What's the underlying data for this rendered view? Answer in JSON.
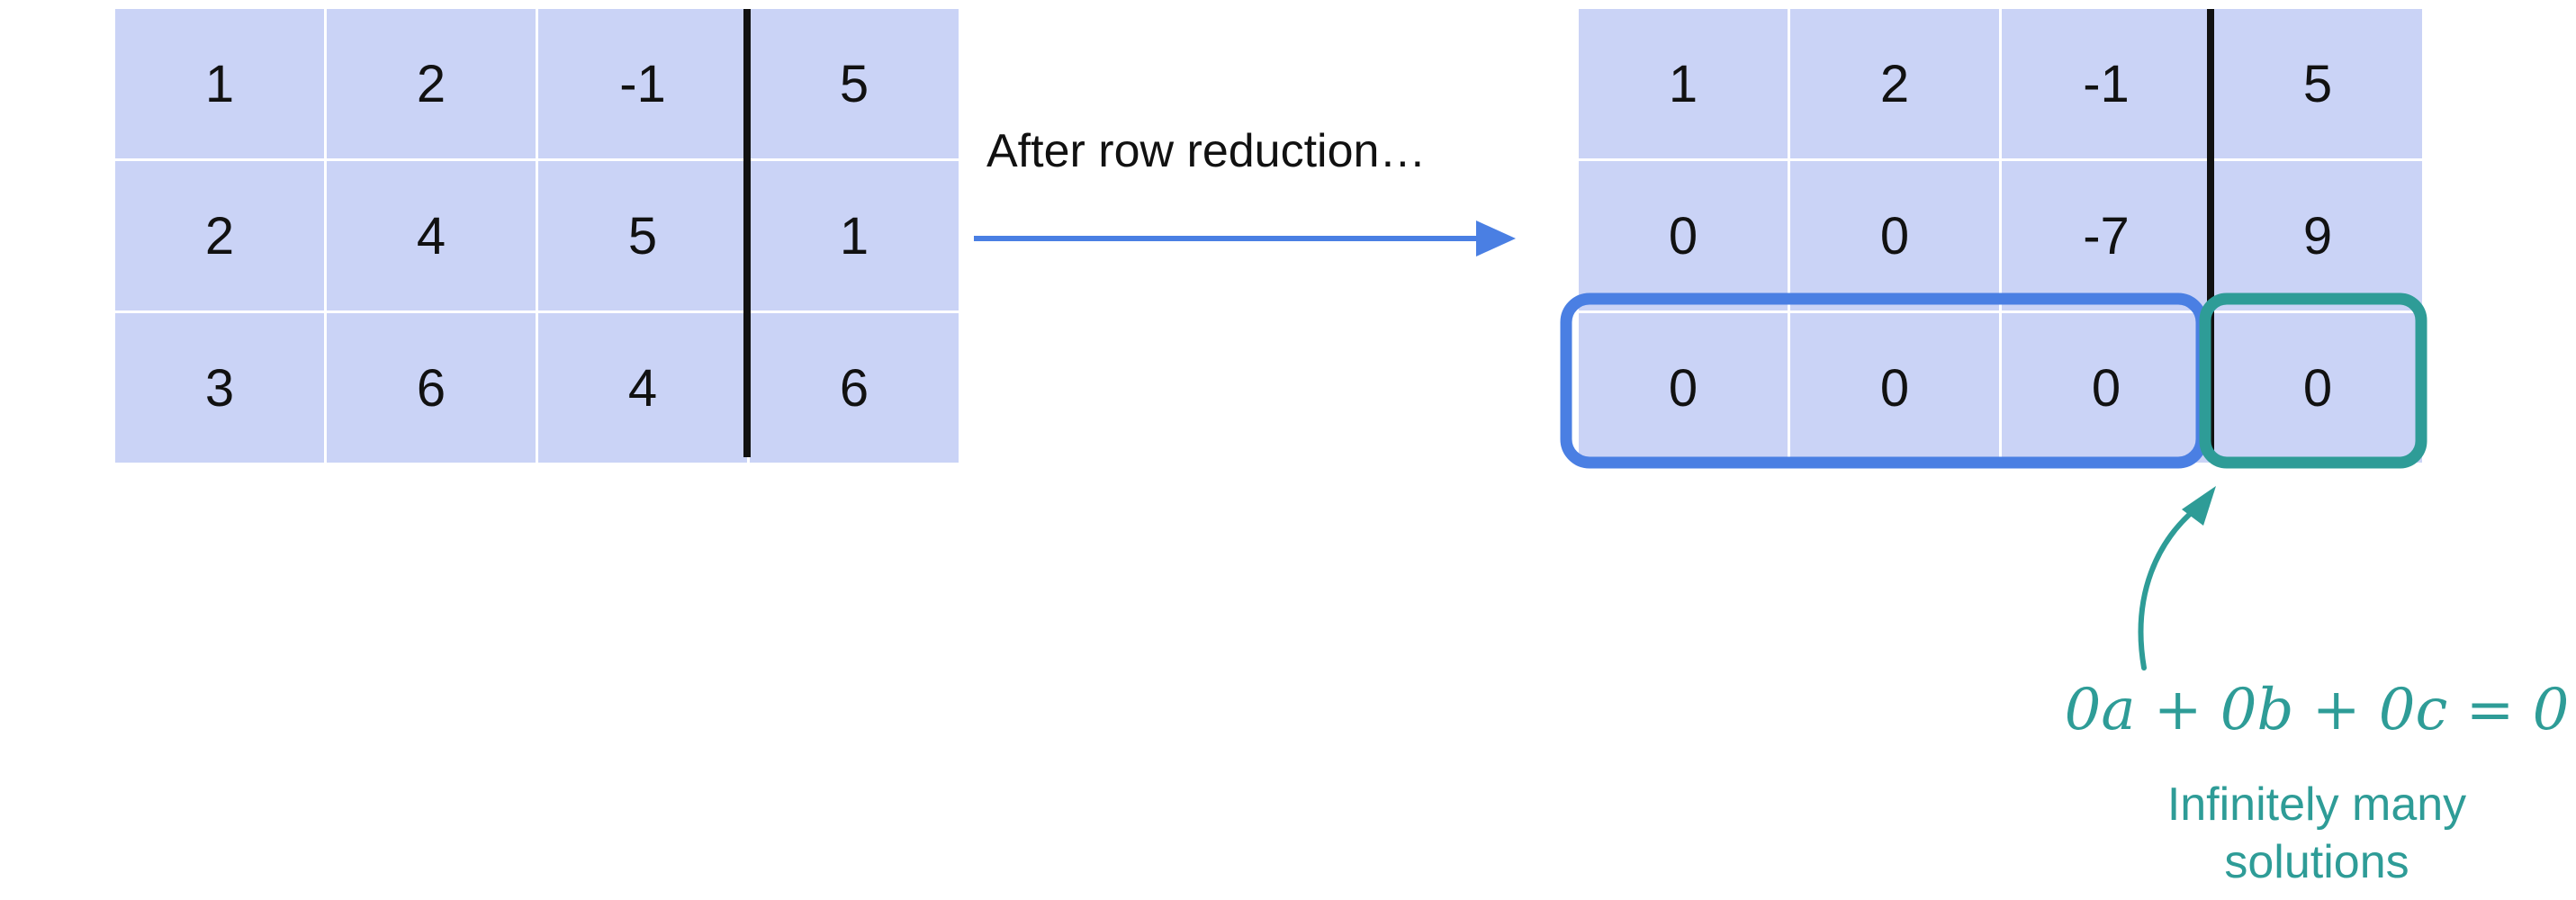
{
  "left_matrix": {
    "rows": [
      [
        "1",
        "2",
        "-1",
        "5"
      ],
      [
        "2",
        "4",
        "5",
        "1"
      ],
      [
        "3",
        "6",
        "4",
        "6"
      ]
    ]
  },
  "arrow": {
    "label": "After row reduction…",
    "color": "#4a7fe3"
  },
  "right_matrix": {
    "rows": [
      [
        "1",
        "2",
        "-1",
        "5"
      ],
      [
        "0",
        "0",
        "-7",
        "9"
      ],
      [
        "0",
        "0",
        "0",
        "0"
      ]
    ]
  },
  "highlights": {
    "coefficients_color": "#4a7fe3",
    "constant_color": "#2e9c97"
  },
  "annotation": {
    "equation": "0a + 0b + 0c = 0",
    "caption_line1": "Infinitely many",
    "caption_line2": "solutions",
    "color": "#2e9c97"
  },
  "cell_color": "#cad3f6"
}
